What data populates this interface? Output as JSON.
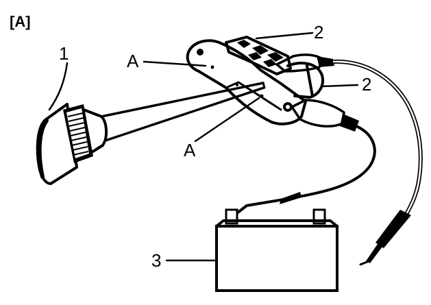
{
  "figure": {
    "title": "[A]",
    "labels": {
      "one": "1",
      "two_top": "2",
      "two_mid": "2",
      "three": "3",
      "a_top": "A",
      "a_bottom": "A"
    }
  }
}
